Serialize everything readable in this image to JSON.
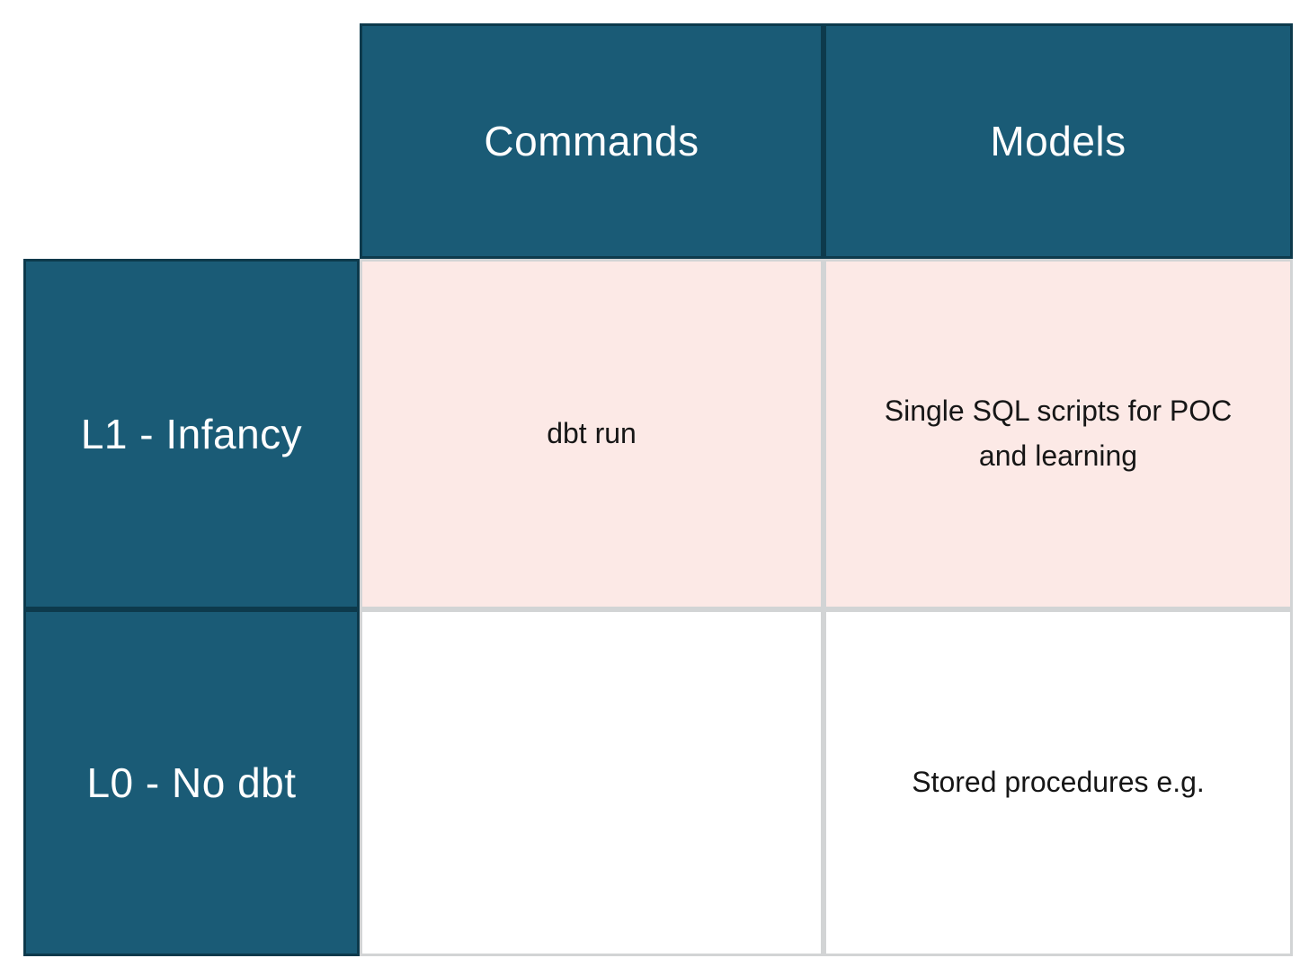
{
  "table": {
    "column_headers": [
      "Commands",
      "Models"
    ],
    "rows": [
      {
        "label": "L1 - Infancy",
        "commands": "dbt run",
        "models": "Single SQL scripts for POC and learning",
        "highlighted": true
      },
      {
        "label": "L0 - No dbt",
        "commands": "",
        "models": "Stored procedures e.g.",
        "highlighted": false
      }
    ],
    "colors": {
      "header_bg": "#1A5B76",
      "header_border": "#0D3A4C",
      "header_text": "#FFFFFF",
      "highlight_bg": "#FCE9E6",
      "body_border": "#D2D4D5",
      "body_text": "#161616"
    }
  },
  "chart_data": {
    "type": "table",
    "columns": [
      "",
      "Commands",
      "Models"
    ],
    "rows": [
      [
        "L1 - Infancy",
        "dbt run",
        "Single SQL scripts for POC and learning"
      ],
      [
        "L0 - No dbt",
        "",
        "Stored procedures e.g."
      ]
    ]
  }
}
